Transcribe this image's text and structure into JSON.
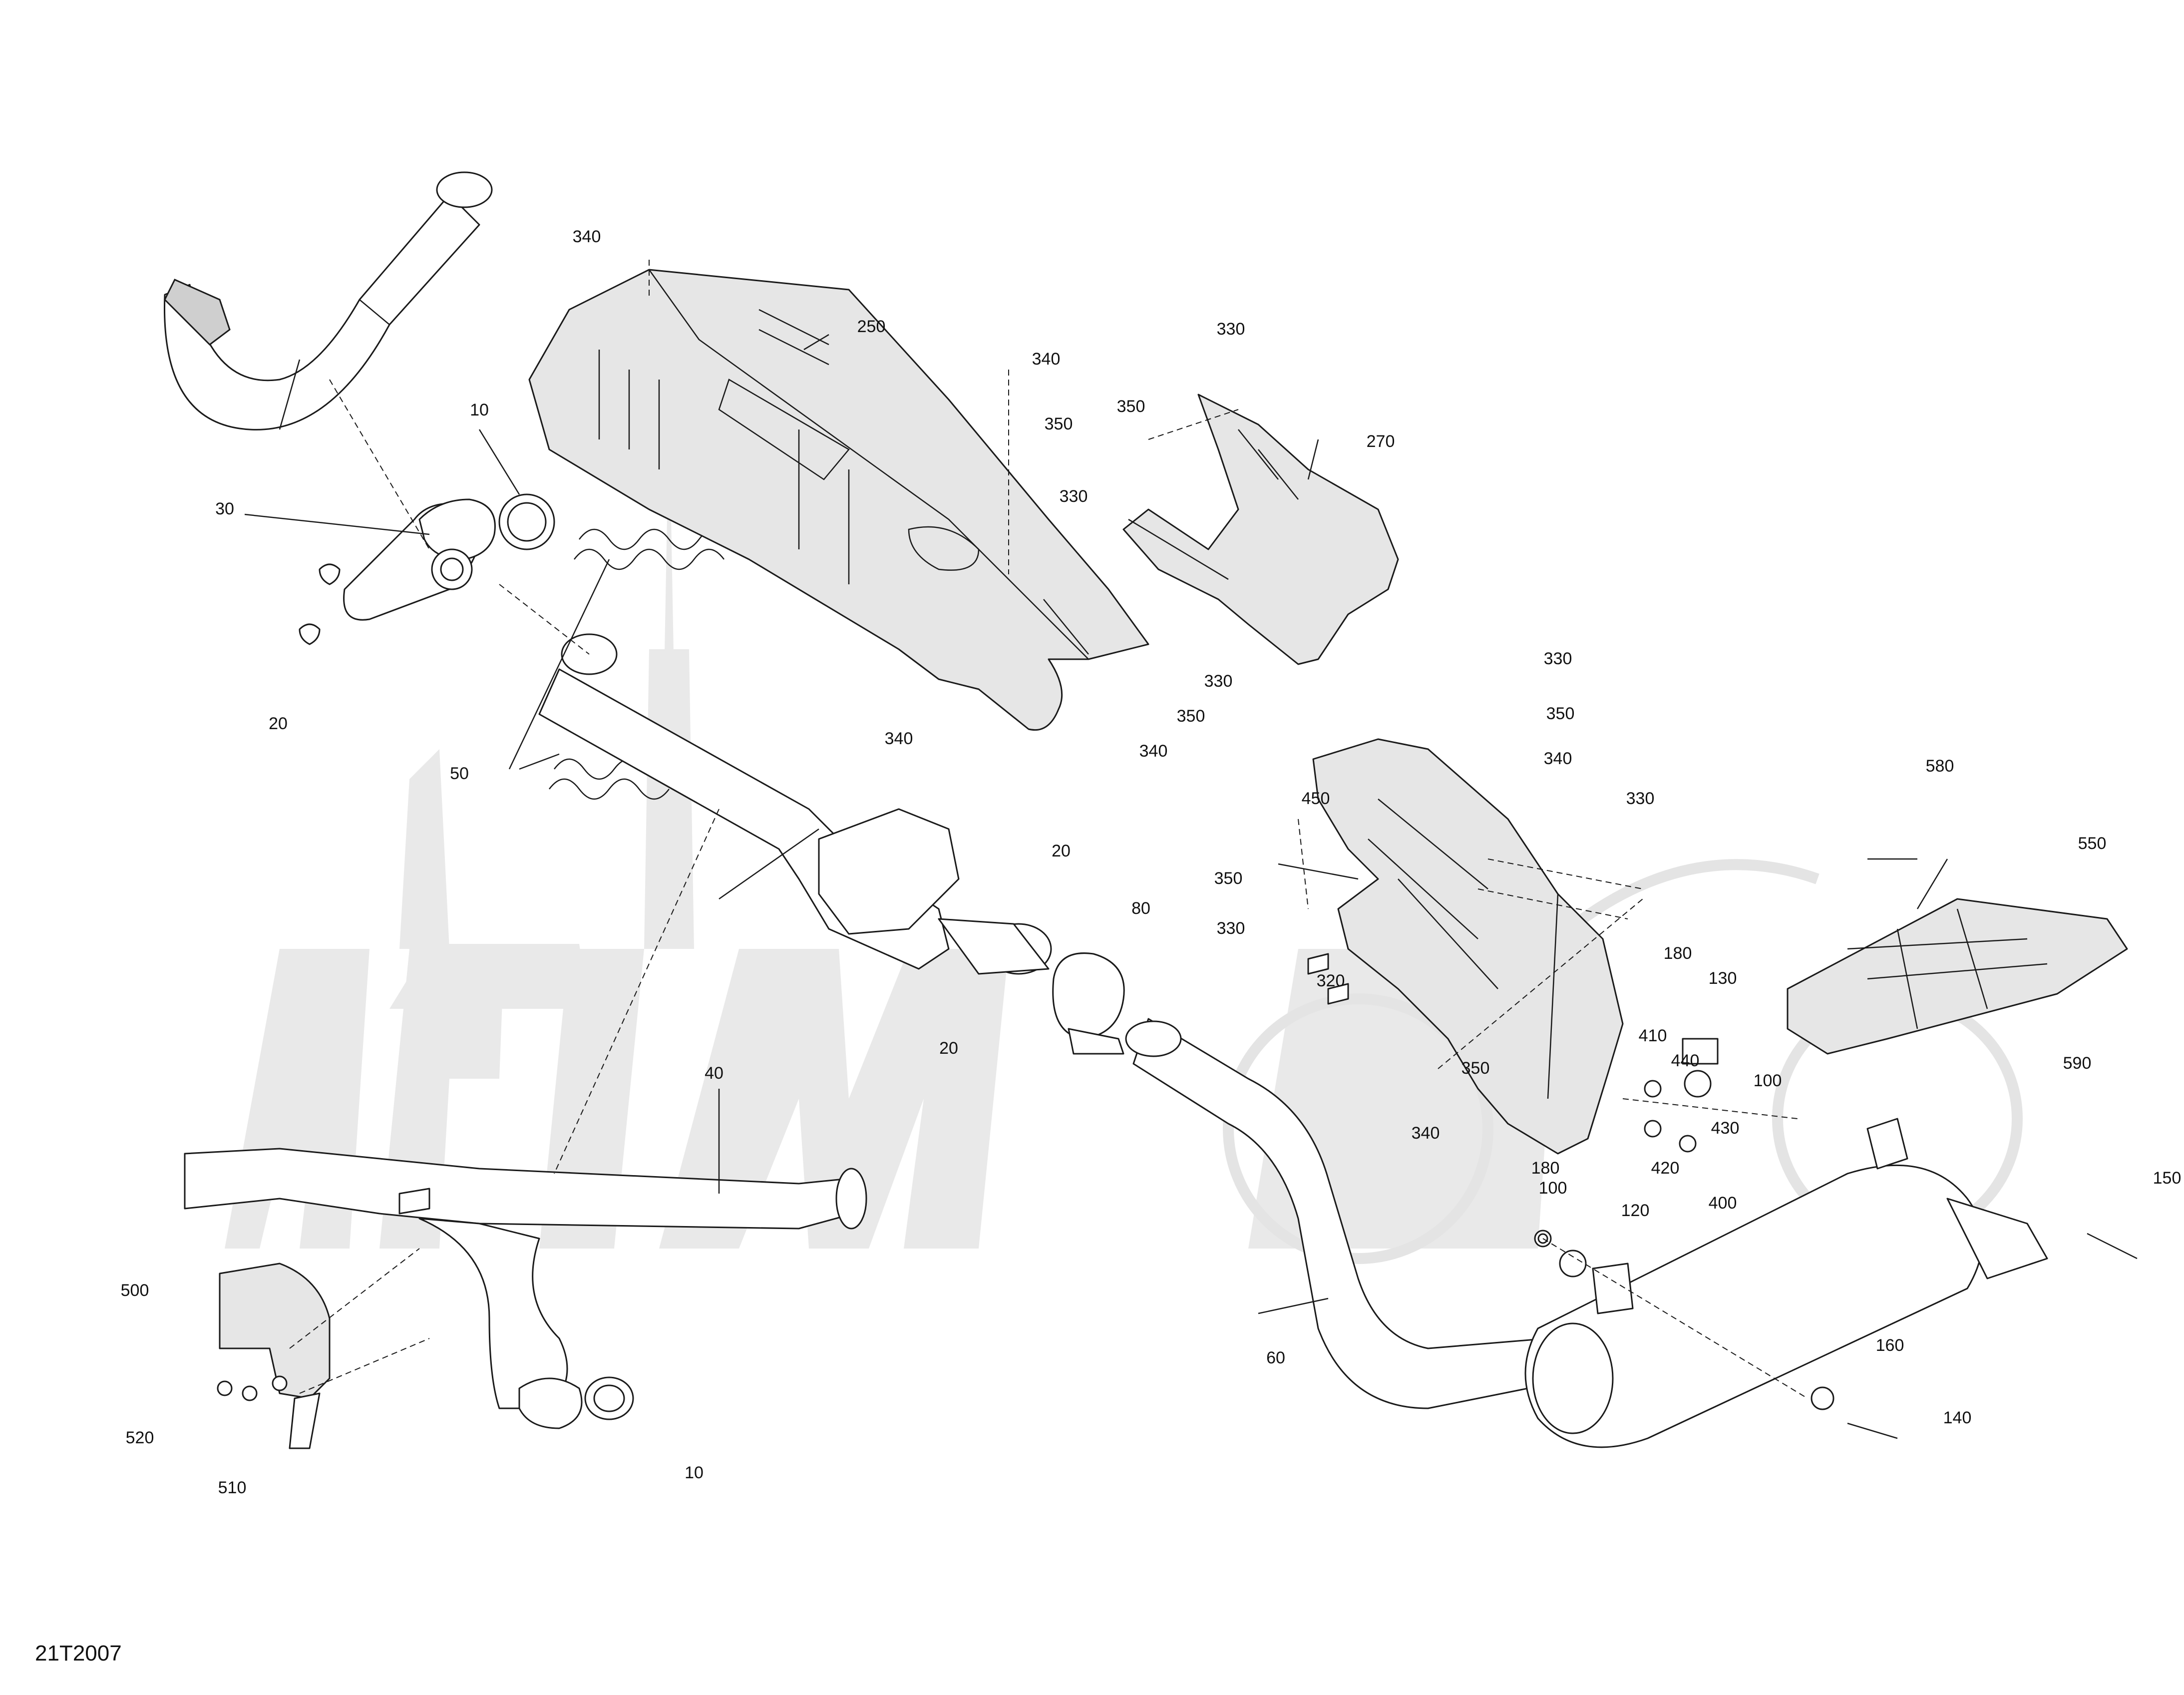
{
  "diagram": {
    "drawing_code": "21T2007",
    "callouts": [
      "10",
      "20",
      "30",
      "40",
      "50",
      "60",
      "80",
      "100",
      "120",
      "130",
      "140",
      "150",
      "160",
      "180",
      "250",
      "270",
      "320",
      "330",
      "340",
      "350",
      "400",
      "410",
      "420",
      "430",
      "440",
      "450",
      "500",
      "510",
      "520",
      "550",
      "580",
      "590"
    ]
  }
}
